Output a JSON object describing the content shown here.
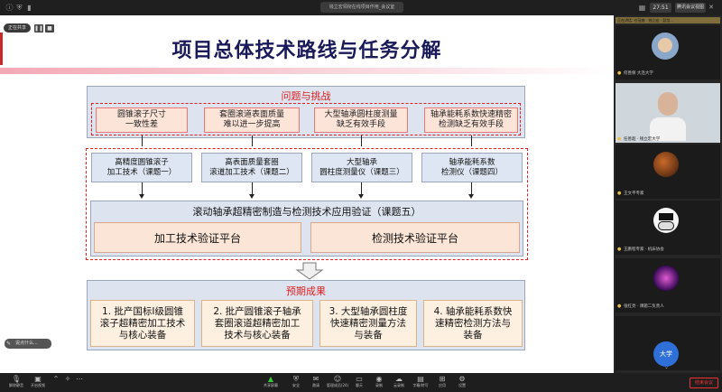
{
  "window": {
    "meeting_title": "钱立宏领衔在线项目作用_会议室",
    "clock": "27:51",
    "view_switch": "腾讯会议视图"
  },
  "share": {
    "label": "正在共享",
    "pause": "❚❚",
    "annotate_hint": "说点什么..."
  },
  "slide": {
    "title": "项目总体技术路线与任务分解",
    "problems_title": "问题与挑战",
    "problems": [
      "圆锥滚子尺寸\n一致性差",
      "套圈滚道表面质量\n难以进一步提高",
      "大型轴承圆柱度测量\n缺乏有效手段",
      "轴承能耗系数快速精密\n检测缺乏有效手段"
    ],
    "topics": [
      "高精度圆锥滚子\n加工技术（课题一）",
      "高表面质量套圈\n滚道加工技术（课题二）",
      "大型轴承\n圆柱度测量仪（课题三）",
      "轴承能耗系数\n检测仪（课题四）"
    ],
    "topic5_title": "滚动轴承超精密制造与检测技术应用验证（课题五）",
    "platforms": [
      "加工技术验证平台",
      "检测技术验证平台"
    ],
    "results_title": "预期成果",
    "results": [
      "1. 批产国标Ⅰ级圆锥\n滚子超精密加工技术\n与核心装备",
      "2. 批产圆锥滚子轴承\n套圈滚道超精密加工\n技术与核心装备",
      "3. 大型轴承圆柱度\n快速精密测量方法\n与装备",
      "4. 轴承能耗系数快\n速精密检测方法与\n装备"
    ]
  },
  "participants": [
    {
      "name": "正在讲话: 任冠睿 · 钱立宏 · 彭剑..."
    },
    {
      "name": "何善保 大连大学"
    },
    {
      "name": "任善超 · 钱立宏大学"
    },
    {
      "name": "王文平专家"
    },
    {
      "name": "王鹏程专家 · 机床协会"
    },
    {
      "name": "张红亮 · 课题二负责人"
    },
    {
      "name": "大学"
    }
  ],
  "toolbar": {
    "left": [
      {
        "icon": "mic-icon",
        "label": "解除静音"
      },
      {
        "icon": "camera-icon",
        "label": "开启视频"
      }
    ],
    "center": [
      {
        "icon": "share-icon",
        "label": "共享屏幕"
      },
      {
        "icon": "security-icon",
        "label": "安全"
      },
      {
        "icon": "invite-icon",
        "label": "邀请"
      },
      {
        "icon": "members-icon",
        "label": "管理成员(24)"
      },
      {
        "icon": "chat-icon",
        "label": "聊天"
      },
      {
        "icon": "record-icon",
        "label": "录制"
      },
      {
        "icon": "record-cloud-icon",
        "label": "云录制"
      },
      {
        "icon": "subtitle-icon",
        "label": "字幕/转写"
      },
      {
        "icon": "apps-icon",
        "label": "应用"
      },
      {
        "icon": "settings-icon",
        "label": "设置"
      }
    ],
    "leave": "结束会议"
  },
  "colors": {
    "accent_red": "#e02020",
    "title_blue": "#1a1a5a"
  }
}
